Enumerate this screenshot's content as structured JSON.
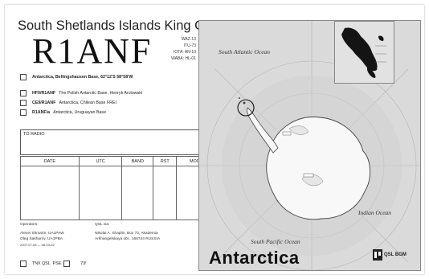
{
  "header": {
    "title": "South Shetlands Islands  King George Island"
  },
  "callsign": "R1ANF",
  "zones": [
    "WAZ-13",
    "ITU-73",
    "IOTA: AN-10",
    "WABA: HL-01"
  ],
  "location": "Antarctica, Bellingshausen Base, 62°12'S 58°58'W",
  "associated": [
    {
      "call": "HF0/R1ANF",
      "desc": "The Polish Antarctic Base, Henryk Arctowski"
    },
    {
      "call": "CE9/R1ANF",
      "desc": "Antarctica, Chilean Base FREI"
    },
    {
      "call": "R1ANF/a",
      "desc": "Antarctica, Uruguayan Base"
    }
  ],
  "to_radio_label": "TO RADIO",
  "log_columns": [
    "DATE",
    "UTC",
    "BAND",
    "RST",
    "MODE"
  ],
  "operators": {
    "label": "Operators:",
    "names": [
      "Alexei Shmarin, UA1PAW",
      "Oleg Sakharov, UA1PBA"
    ],
    "note": "2007-07-08 — 08-03-02"
  },
  "qsl_via": {
    "label": "QSL via:",
    "lines": [
      "Nikolai A. Shaplin, Box 73, Akademia",
      "Arkhangelskaya obl., 166744 RUSSIA"
    ]
  },
  "footer": {
    "tnx": "TNX QSL",
    "pse": "PSE",
    "code": "73!"
  },
  "map": {
    "labels": {
      "south_atlantic": "South Atlantic Ocean",
      "indian": "Indian Ocean",
      "south_pacific": "South Pacific Ocean",
      "continent": "Antarctica"
    },
    "logo": "QSL BGM"
  },
  "colors": {
    "land": "#f7f7f7",
    "sea": "#d6d6d6",
    "ink": "#222222",
    "island": "#1a1a1a"
  }
}
